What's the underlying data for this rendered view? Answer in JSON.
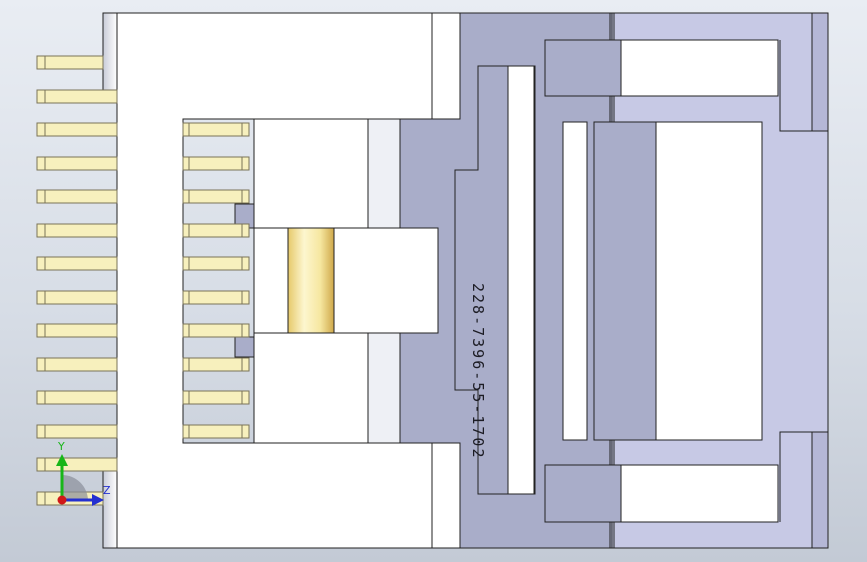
{
  "viewport": {
    "background_top": "#e9edf3",
    "background_bottom": "#c3cad5"
  },
  "part": {
    "label": "228-7396-55-1702",
    "colors": {
      "face_white": "#ffffff",
      "face_blue": "#a9adc9",
      "face_lightblue": "#c7c9e5",
      "pin_yellow": "#f7f0bd",
      "pin_edge": "#7a7358",
      "edge": "#222222"
    }
  },
  "triad": {
    "y_label": "Y",
    "z_label": "Z",
    "colors": {
      "y": "#18b618",
      "z": "#2430d0",
      "x": "#d01818"
    }
  }
}
